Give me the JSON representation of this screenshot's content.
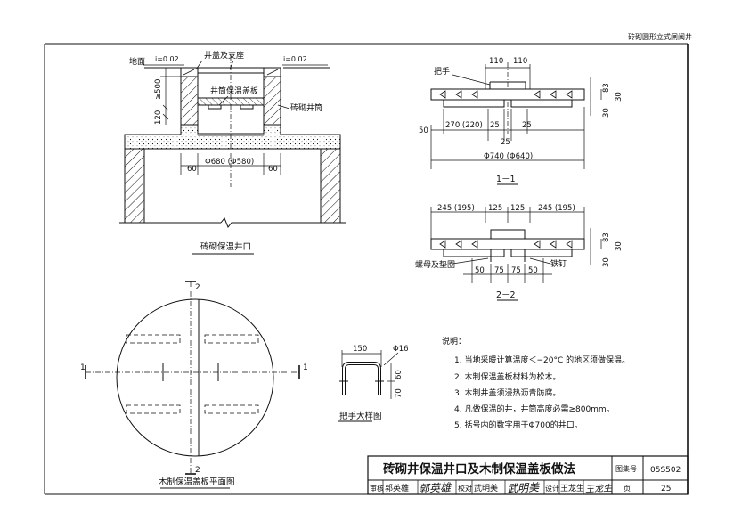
{
  "sheet": {
    "top_right_label": "砖砌圆形立式闸阀井"
  },
  "section_view": {
    "title": "砖砌保温井口",
    "ground_label": "地面",
    "slope_left": "i=0.02",
    "slope_right": "i=0.02",
    "lid_support_label": "井盖及支座",
    "insulation_plate_label": "井筒保温盖板",
    "brick_shaft_label": "砖砌井筒",
    "dim_height": "≥500",
    "dim_120": "120",
    "dim_left_60": "60",
    "dim_dia": "Φ680 (Φ580)",
    "dim_right_60": "60"
  },
  "section_1_1": {
    "title": "1－1",
    "handle_label": "把手",
    "dim_top_110a": "110",
    "dim_top_110b": "110",
    "dim_83": "83",
    "dim_30a": "30",
    "dim_30b": "30",
    "dim_50": "50",
    "dim_270": "270 (220)",
    "dim_25a": "25",
    "dim_25b": "25",
    "dim_25c": "25",
    "dim_dia": "Φ740 (Φ640)"
  },
  "section_2_2": {
    "title": "2－2",
    "dim_245a": "245 (195)",
    "dim_125a": "125",
    "dim_125b": "125",
    "dim_245b": "245 (195)",
    "dim_83": "83",
    "dim_30a": "30",
    "dim_30b": "30",
    "bolt_label": "螺母及垫圈",
    "nail_label": "铁钉",
    "dim_50a": "50",
    "dim_75a": "75",
    "dim_75b": "75",
    "dim_50b": "50"
  },
  "plan_view": {
    "title": "木制保温盖板平面图",
    "mark_1_left": "1",
    "mark_1_right": "1",
    "mark_2_top": "2",
    "mark_2_bottom": "2"
  },
  "handle_detail": {
    "title": "把手大样图",
    "dim_150": "150",
    "dim_phi16": "Φ16",
    "dim_60": "60",
    "dim_70": "70"
  },
  "notes": {
    "heading": "说明：",
    "items": [
      "1. 当地采暖计算温度＜−20°C 的地区须做保温。",
      "2. 木制保温盖板材料为松木。",
      "3. 木制井盖须浸热沥青防腐。",
      "4. 凡做保温的井，井筒高度必需≥800mm。",
      "5. 括号内的数字用于Φ700的井口。"
    ]
  },
  "title_block": {
    "drawing_title": "砖砌井保温井口及木制保温盖板做法",
    "atlas_no_label": "图集号",
    "atlas_no": "05S502",
    "review_label": "审核",
    "reviewer": "郭英雄",
    "reviewer_sig": "郭英雄",
    "check_label": "校对",
    "checker": "武明美",
    "checker_sig": "武明美",
    "design_label": "设计",
    "designer": "王龙生",
    "designer_sig": "王龙生",
    "page_label": "页",
    "page_no": "25"
  }
}
